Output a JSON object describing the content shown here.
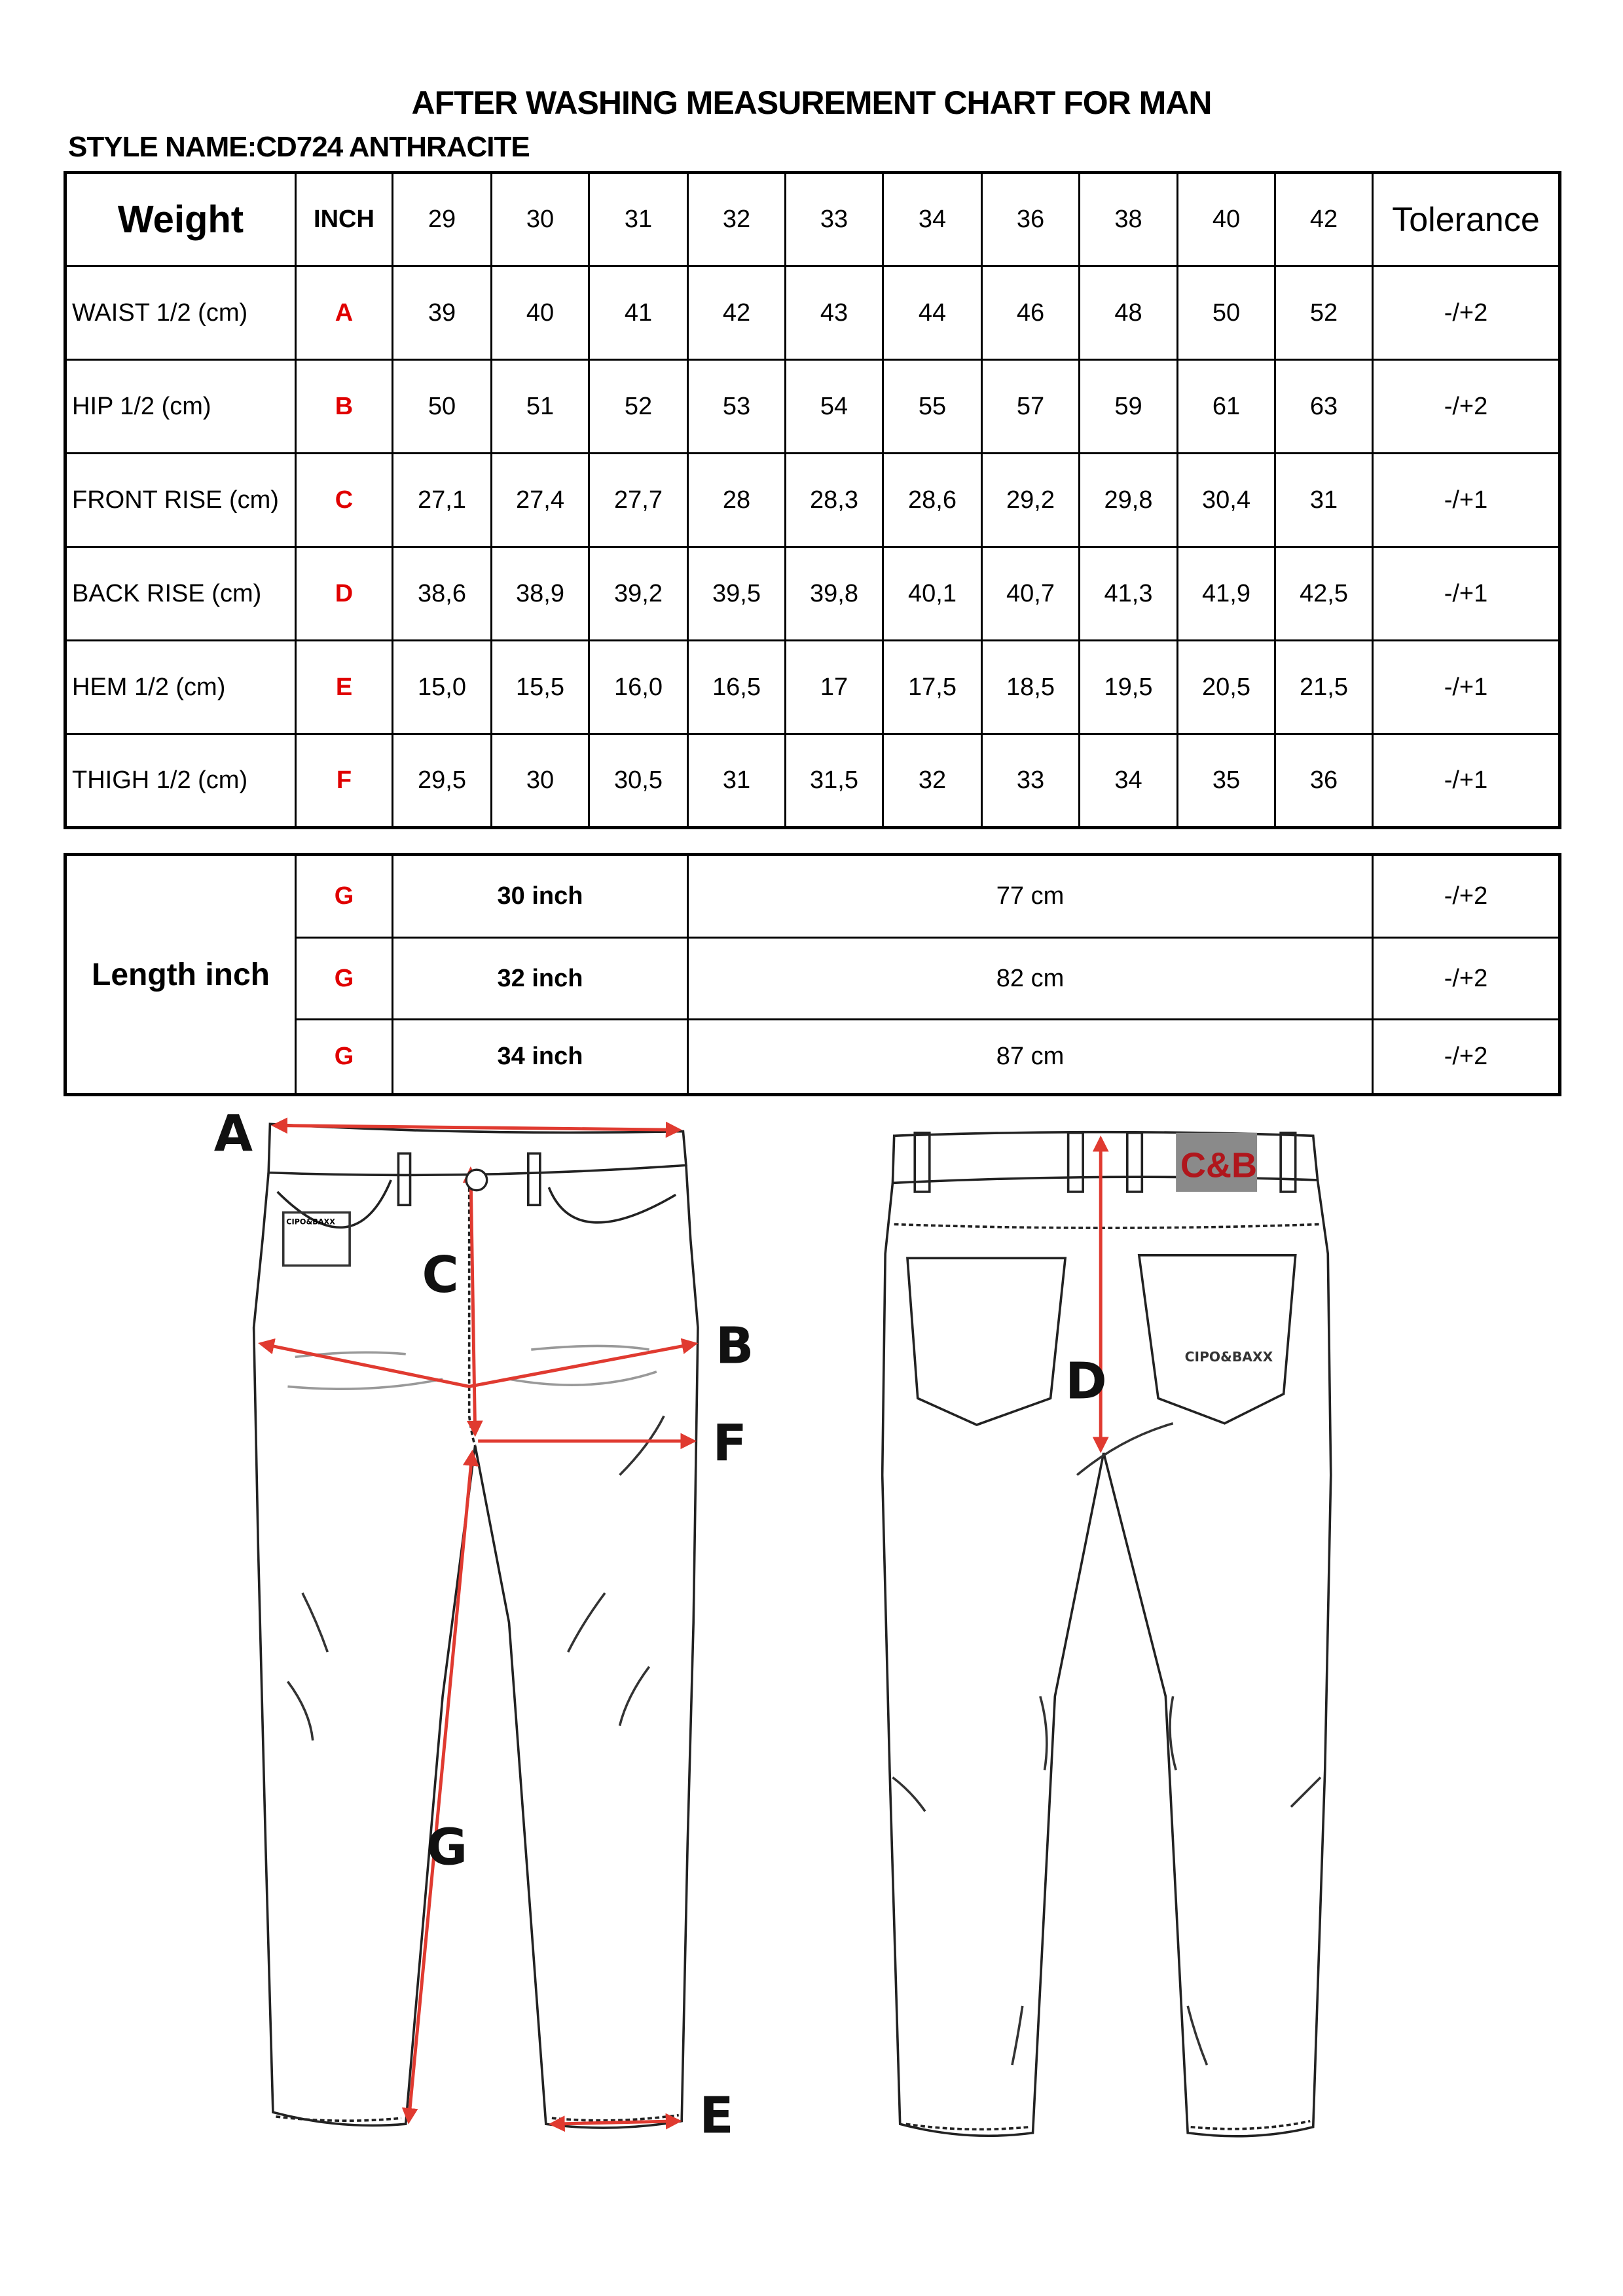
{
  "title": "AFTER WASHING MEASUREMENT CHART FOR MAN",
  "style_name": "STYLE NAME:CD724 ANTHRACITE",
  "size_table": {
    "header": {
      "weight": "Weight",
      "inch": "INCH",
      "sizes": [
        "29",
        "30",
        "31",
        "32",
        "33",
        "34",
        "36",
        "38",
        "40",
        "42"
      ],
      "tolerance": "Tolerance"
    },
    "rows": [
      {
        "label": "WAIST 1/2 (cm)",
        "code": "A",
        "values": [
          "39",
          "40",
          "41",
          "42",
          "43",
          "44",
          "46",
          "48",
          "50",
          "52"
        ],
        "tolerance": "-/+2"
      },
      {
        "label": "HIP 1/2 (cm)",
        "code": "B",
        "values": [
          "50",
          "51",
          "52",
          "53",
          "54",
          "55",
          "57",
          "59",
          "61",
          "63"
        ],
        "tolerance": "-/+2"
      },
      {
        "label": "FRONT RISE (cm)",
        "code": "C",
        "values": [
          "27,1",
          "27,4",
          "27,7",
          "28",
          "28,3",
          "28,6",
          "29,2",
          "29,8",
          "30,4",
          "31"
        ],
        "tolerance": "-/+1"
      },
      {
        "label": "BACK RISE (cm)",
        "code": "D",
        "values": [
          "38,6",
          "38,9",
          "39,2",
          "39,5",
          "39,8",
          "40,1",
          "40,7",
          "41,3",
          "41,9",
          "42,5"
        ],
        "tolerance": "-/+1"
      },
      {
        "label": "HEM 1/2  (cm)",
        "code": "E",
        "values": [
          "15,0",
          "15,5",
          "16,0",
          "16,5",
          "17",
          "17,5",
          "18,5",
          "19,5",
          "20,5",
          "21,5"
        ],
        "tolerance": "-/+1"
      },
      {
        "label": "THIGH 1/2 (cm)",
        "code": "F",
        "values": [
          "29,5",
          "30",
          "30,5",
          "31",
          "31,5",
          "32",
          "33",
          "34",
          "35",
          "36"
        ],
        "tolerance": "-/+1"
      }
    ]
  },
  "length_table": {
    "label": "Length inch",
    "rows": [
      {
        "code": "G",
        "inch": "30 inch",
        "cm": "77 cm",
        "tolerance": "-/+2"
      },
      {
        "code": "G",
        "inch": "32 inch",
        "cm": "82 cm",
        "tolerance": "-/+2"
      },
      {
        "code": "G",
        "inch": "34 inch",
        "cm": "87 cm",
        "tolerance": "-/+2"
      }
    ]
  },
  "drawing": {
    "labels": {
      "A": "A",
      "B": "B",
      "C": "C",
      "D": "D",
      "E": "E",
      "F": "F",
      "G": "G"
    },
    "logo_back": "C&B",
    "brand_patch": "CIPO&BAXX",
    "colors": {
      "measure_line": "#e03a30",
      "code_text": "#e00000",
      "logo_box": "#8a8a8a",
      "logo_text": "#b0161c"
    }
  }
}
